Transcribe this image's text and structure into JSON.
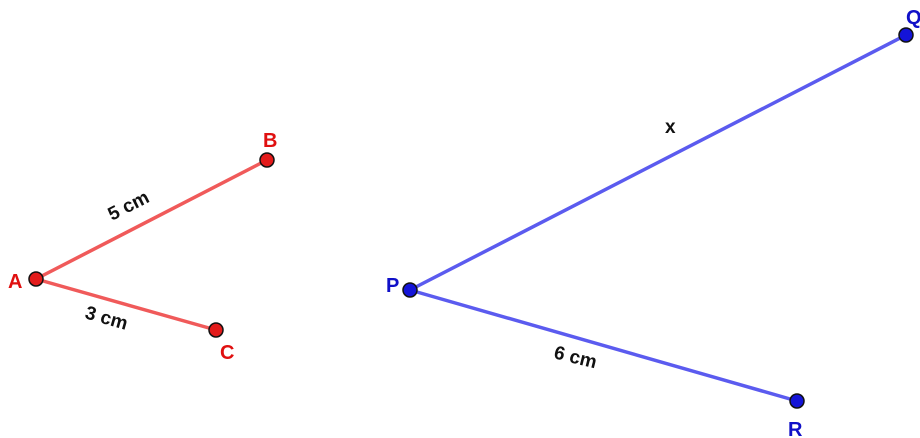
{
  "colors": {
    "figure1_line": "#f05a5a",
    "figure1_point": "#e31b1b",
    "figure1_label": "#e01010",
    "figure2_line": "#5b5bef",
    "figure2_point": "#1414d8",
    "figure2_label": "#1010c8",
    "outline": "#111111"
  },
  "figure1": {
    "points": {
      "A": "A",
      "B": "B",
      "C": "C"
    },
    "segments": {
      "AB": "5 cm",
      "AC": "3 cm"
    }
  },
  "figure2": {
    "points": {
      "P": "P",
      "Q": "Q",
      "R": "R"
    },
    "segments": {
      "PQ": "x",
      "PR": "6 cm"
    }
  }
}
